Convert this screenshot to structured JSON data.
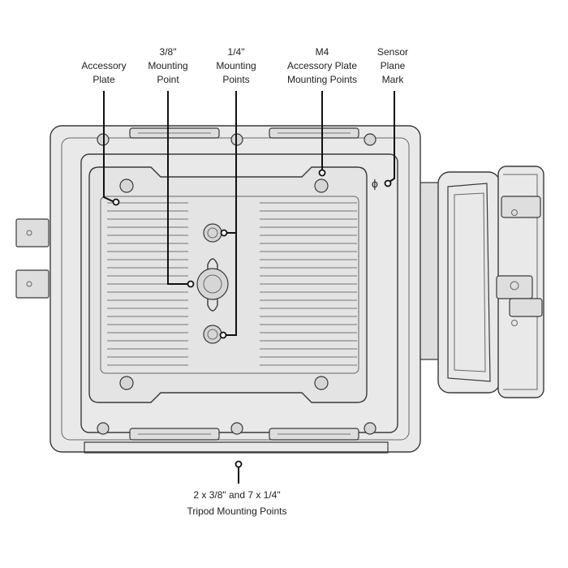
{
  "labels": {
    "accessory_plate": [
      "Accessory",
      "Plate"
    ],
    "mount_38": [
      "3/8\"",
      "Mounting",
      "Point"
    ],
    "mount_14": [
      "1/4\"",
      "Mounting",
      "Points"
    ],
    "m4": [
      "M4",
      "Accessory Plate",
      "Mounting Points"
    ],
    "sensor": [
      "Sensor",
      "Plane",
      "Mark"
    ],
    "tripod": [
      "2 x 3/8\" and 7 x 1/4\"",
      "Tripod Mounting Points"
    ],
    "sensor_symbol": "ϕ"
  },
  "colors": {
    "outline": "#3a3a3a",
    "body": "#e9e9e9",
    "callout": "#111111"
  }
}
